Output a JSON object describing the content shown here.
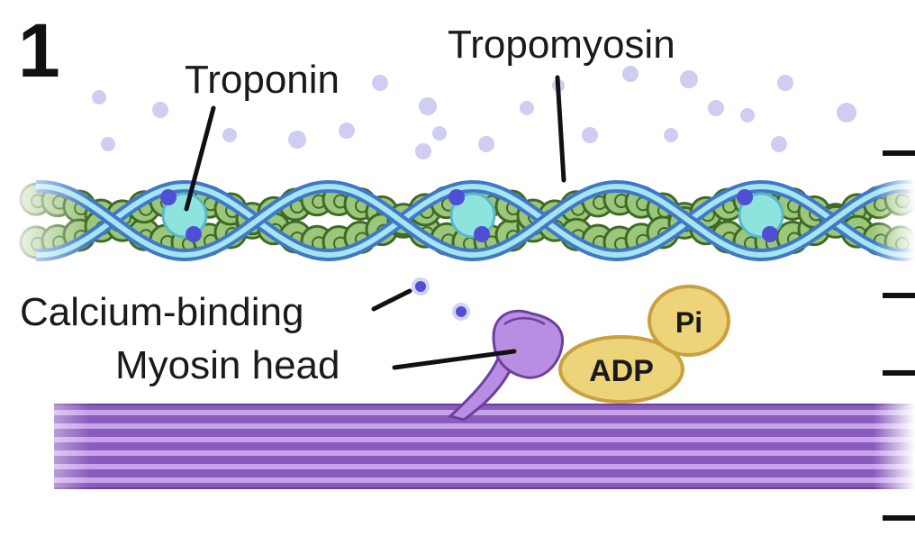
{
  "step_number": "1",
  "labels": {
    "troponin": "Troponin",
    "tropomyosin": "Tropomyosin",
    "calcium_binding": "Calcium-binding",
    "myosin_head": "Myosin head"
  },
  "molecules": {
    "adp": "ADP",
    "pi": "Pi"
  },
  "colors": {
    "actin_dark": "#3f6a26",
    "actin_light": "#9cc77a",
    "tropomyosin": "#3f78c8",
    "tropomyosin_light": "#a6e4ef",
    "troponin": "#8fe3df",
    "calcium": "#4e4fd6",
    "calcium_faint": "#c9c8ef",
    "myosin": "#a779d6",
    "myosin_dark": "#6d3f9e",
    "phosphate": "#edd37a",
    "phosphate_stroke": "#c9a13e"
  }
}
